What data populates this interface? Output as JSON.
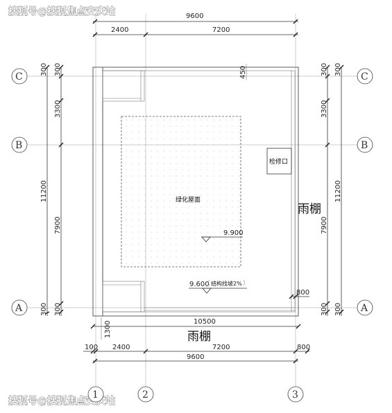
{
  "watermark": "搜狐号@搜狐焦点安庆站",
  "top_dims": {
    "total": "9600",
    "left": "2400",
    "right": "7200"
  },
  "bottom_dims": {
    "overall": "10500",
    "seg1": "100",
    "seg2": "2400",
    "seg3": "7200",
    "seg4": "800",
    "total": "9600",
    "side_1300": "1300"
  },
  "left_dims": {
    "top300": "300",
    "top300b": "300",
    "d3300": "3300",
    "d7900": "7900",
    "d11200": "11200",
    "bot300": "300",
    "bot300b": "300"
  },
  "right_dims": {
    "top300": "300",
    "top300b": "300",
    "d3300": "3300",
    "d7900": "7900",
    "d11200": "11200",
    "bot300": "300",
    "bot300b": "300"
  },
  "inner_dims": {
    "d450": "450",
    "d800": "800"
  },
  "axes": {
    "row_c": "C",
    "row_b": "B",
    "row_a": "A",
    "col_1": "1",
    "col_2": "2",
    "col_3": "3"
  },
  "labels": {
    "green_roof": "绿化屋面",
    "inspection_hatch": "检修口",
    "canopy_right": "雨棚",
    "canopy_bottom": "雨棚",
    "elev_9900": "9.900",
    "elev_9600": "9.600",
    "slope_note": "结构找坡2%"
  }
}
